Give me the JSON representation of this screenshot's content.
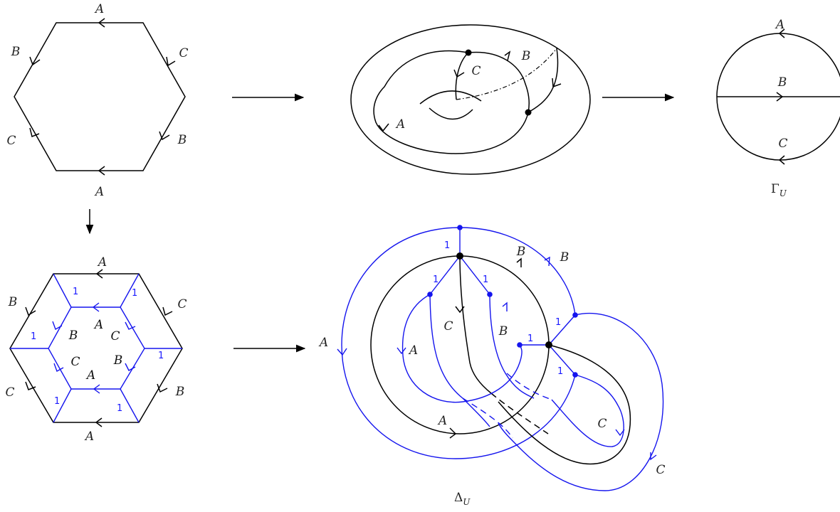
{
  "colors": {
    "edge": "#000000",
    "dual": "#1515ee",
    "label_number": "#1a1aff"
  },
  "hexagon": {
    "labels": {
      "top": "A",
      "bottom": "A",
      "upper_left": "B",
      "upper_right": "C",
      "lower_left": "C",
      "lower_right": "B"
    }
  },
  "torus": {
    "labels": {
      "a": "A",
      "b": "B",
      "c": "C"
    }
  },
  "graph": {
    "labels": {
      "a": "A",
      "b": "B",
      "c": "C"
    },
    "caption_symbol": "Γ",
    "caption_subscript": "U"
  },
  "subdivided_hexagon": {
    "outer_labels": {
      "top": "A",
      "bottom": "A",
      "upper_left": "B",
      "upper_right": "C",
      "lower_left": "C",
      "lower_right": "B"
    },
    "inner_labels": {
      "top": "A",
      "bottom": "A",
      "upper_left": "B",
      "upper_right": "C",
      "lower_left": "C",
      "lower_right": "B"
    },
    "weights": [
      "1",
      "1",
      "1",
      "1",
      "1",
      "1"
    ]
  },
  "ribbon": {
    "labels": {
      "black_b": "B",
      "black_c": "C",
      "black_a": "A",
      "black_c_right": "C",
      "blue_b_outer": "B",
      "blue_a_outer": "A",
      "blue_b_inner": "B",
      "blue_a_inner": "A",
      "blue_c_outer": "C"
    },
    "weights": [
      "1",
      "1",
      "1",
      "1",
      "1",
      "1"
    ],
    "caption_symbol": "Δ",
    "caption_subscript": "U"
  }
}
